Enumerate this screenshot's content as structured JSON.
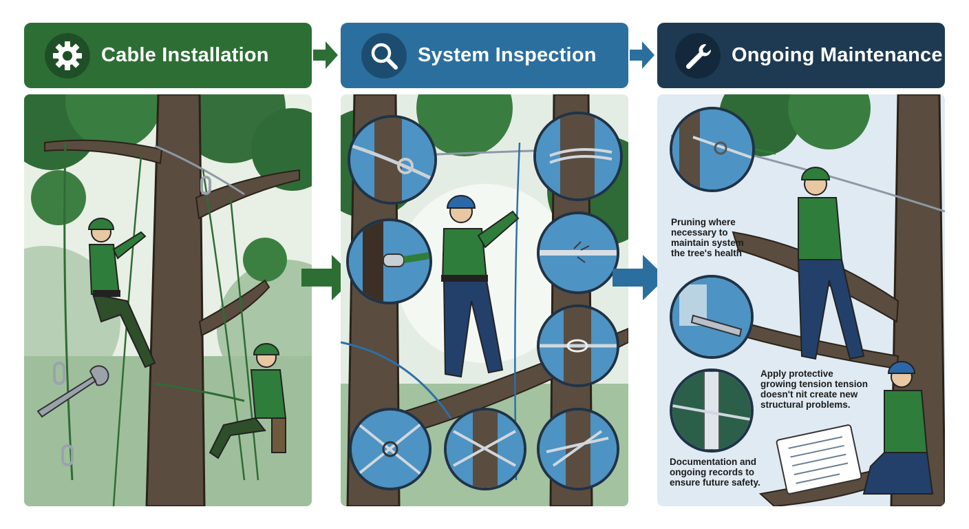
{
  "steps": [
    {
      "title": "Cable Installation",
      "icon": "gear-icon",
      "color": "#2d6e34"
    },
    {
      "title": "System Inspection",
      "icon": "magnifier-icon",
      "color": "#2b6f9e"
    },
    {
      "title": "Ongoing Maintenance",
      "icon": "wrench-icon",
      "color": "#1d3a52"
    }
  ],
  "maintenance_notes": {
    "pruning": [
      "Pruning where",
      "necessary to",
      "maintain system",
      "the tree's health"
    ],
    "protective": [
      "Apply protective",
      "growing tension tension",
      "doesn't nit create new",
      "structural problems."
    ],
    "documentation": [
      "Documentation and",
      "ongoing records to",
      "ensure future safety."
    ]
  }
}
